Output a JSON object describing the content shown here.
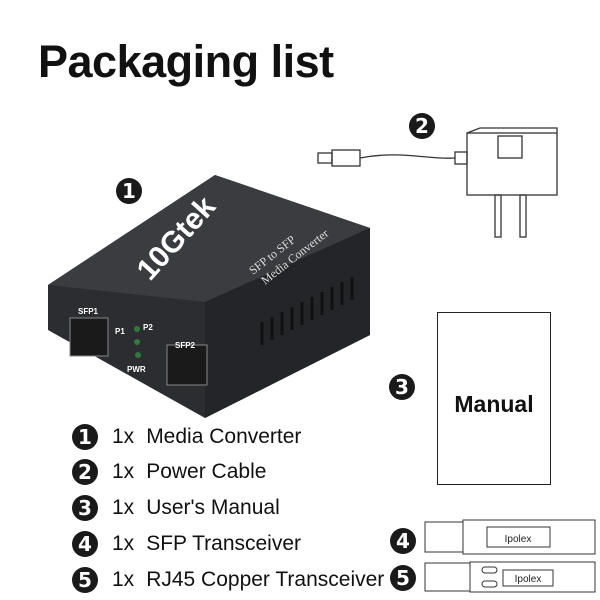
{
  "title": "Packaging list",
  "device": {
    "brand": "10Gtek",
    "line1": "SFP to SFP",
    "line2": "Media Converter",
    "port1": "SFP1",
    "port2": "SFP2",
    "led_p1": "P1",
    "led_p2": "P2",
    "led_pwr": "PWR"
  },
  "manual_label": "Manual",
  "sfp_brand": "Ipolex",
  "badges": [
    "1",
    "2",
    "3",
    "4",
    "5"
  ],
  "items": [
    {
      "num": "1",
      "qty": "1x",
      "name": "Media Converter"
    },
    {
      "num": "2",
      "qty": "1x",
      "name": "Power Cable"
    },
    {
      "num": "3",
      "qty": "1x",
      "name": "User's Manual"
    },
    {
      "num": "4",
      "qty": "1x",
      "name": "SFP Transceiver"
    },
    {
      "num": "5",
      "qty": "1x",
      "name": "RJ45 Copper Transceiver"
    }
  ],
  "colors": {
    "device": "#2b2d30",
    "badge": "#1a1a1a",
    "led": "#2f7a3a"
  }
}
